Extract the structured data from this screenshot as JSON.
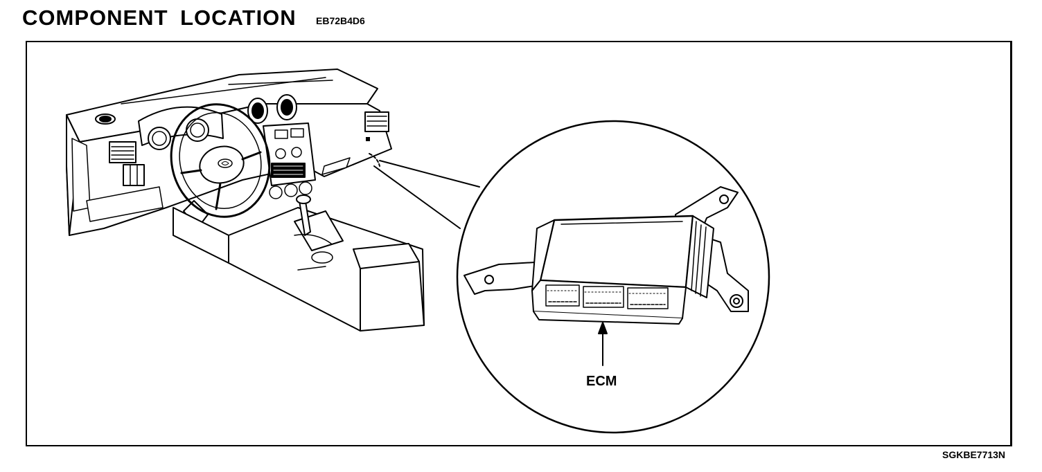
{
  "header": {
    "title": "COMPONENT LOCATION",
    "doc_code": "EB72B4D6"
  },
  "diagram": {
    "callouts": [
      {
        "label": "ECM"
      }
    ],
    "figure_code": "SGKBE7713N"
  }
}
